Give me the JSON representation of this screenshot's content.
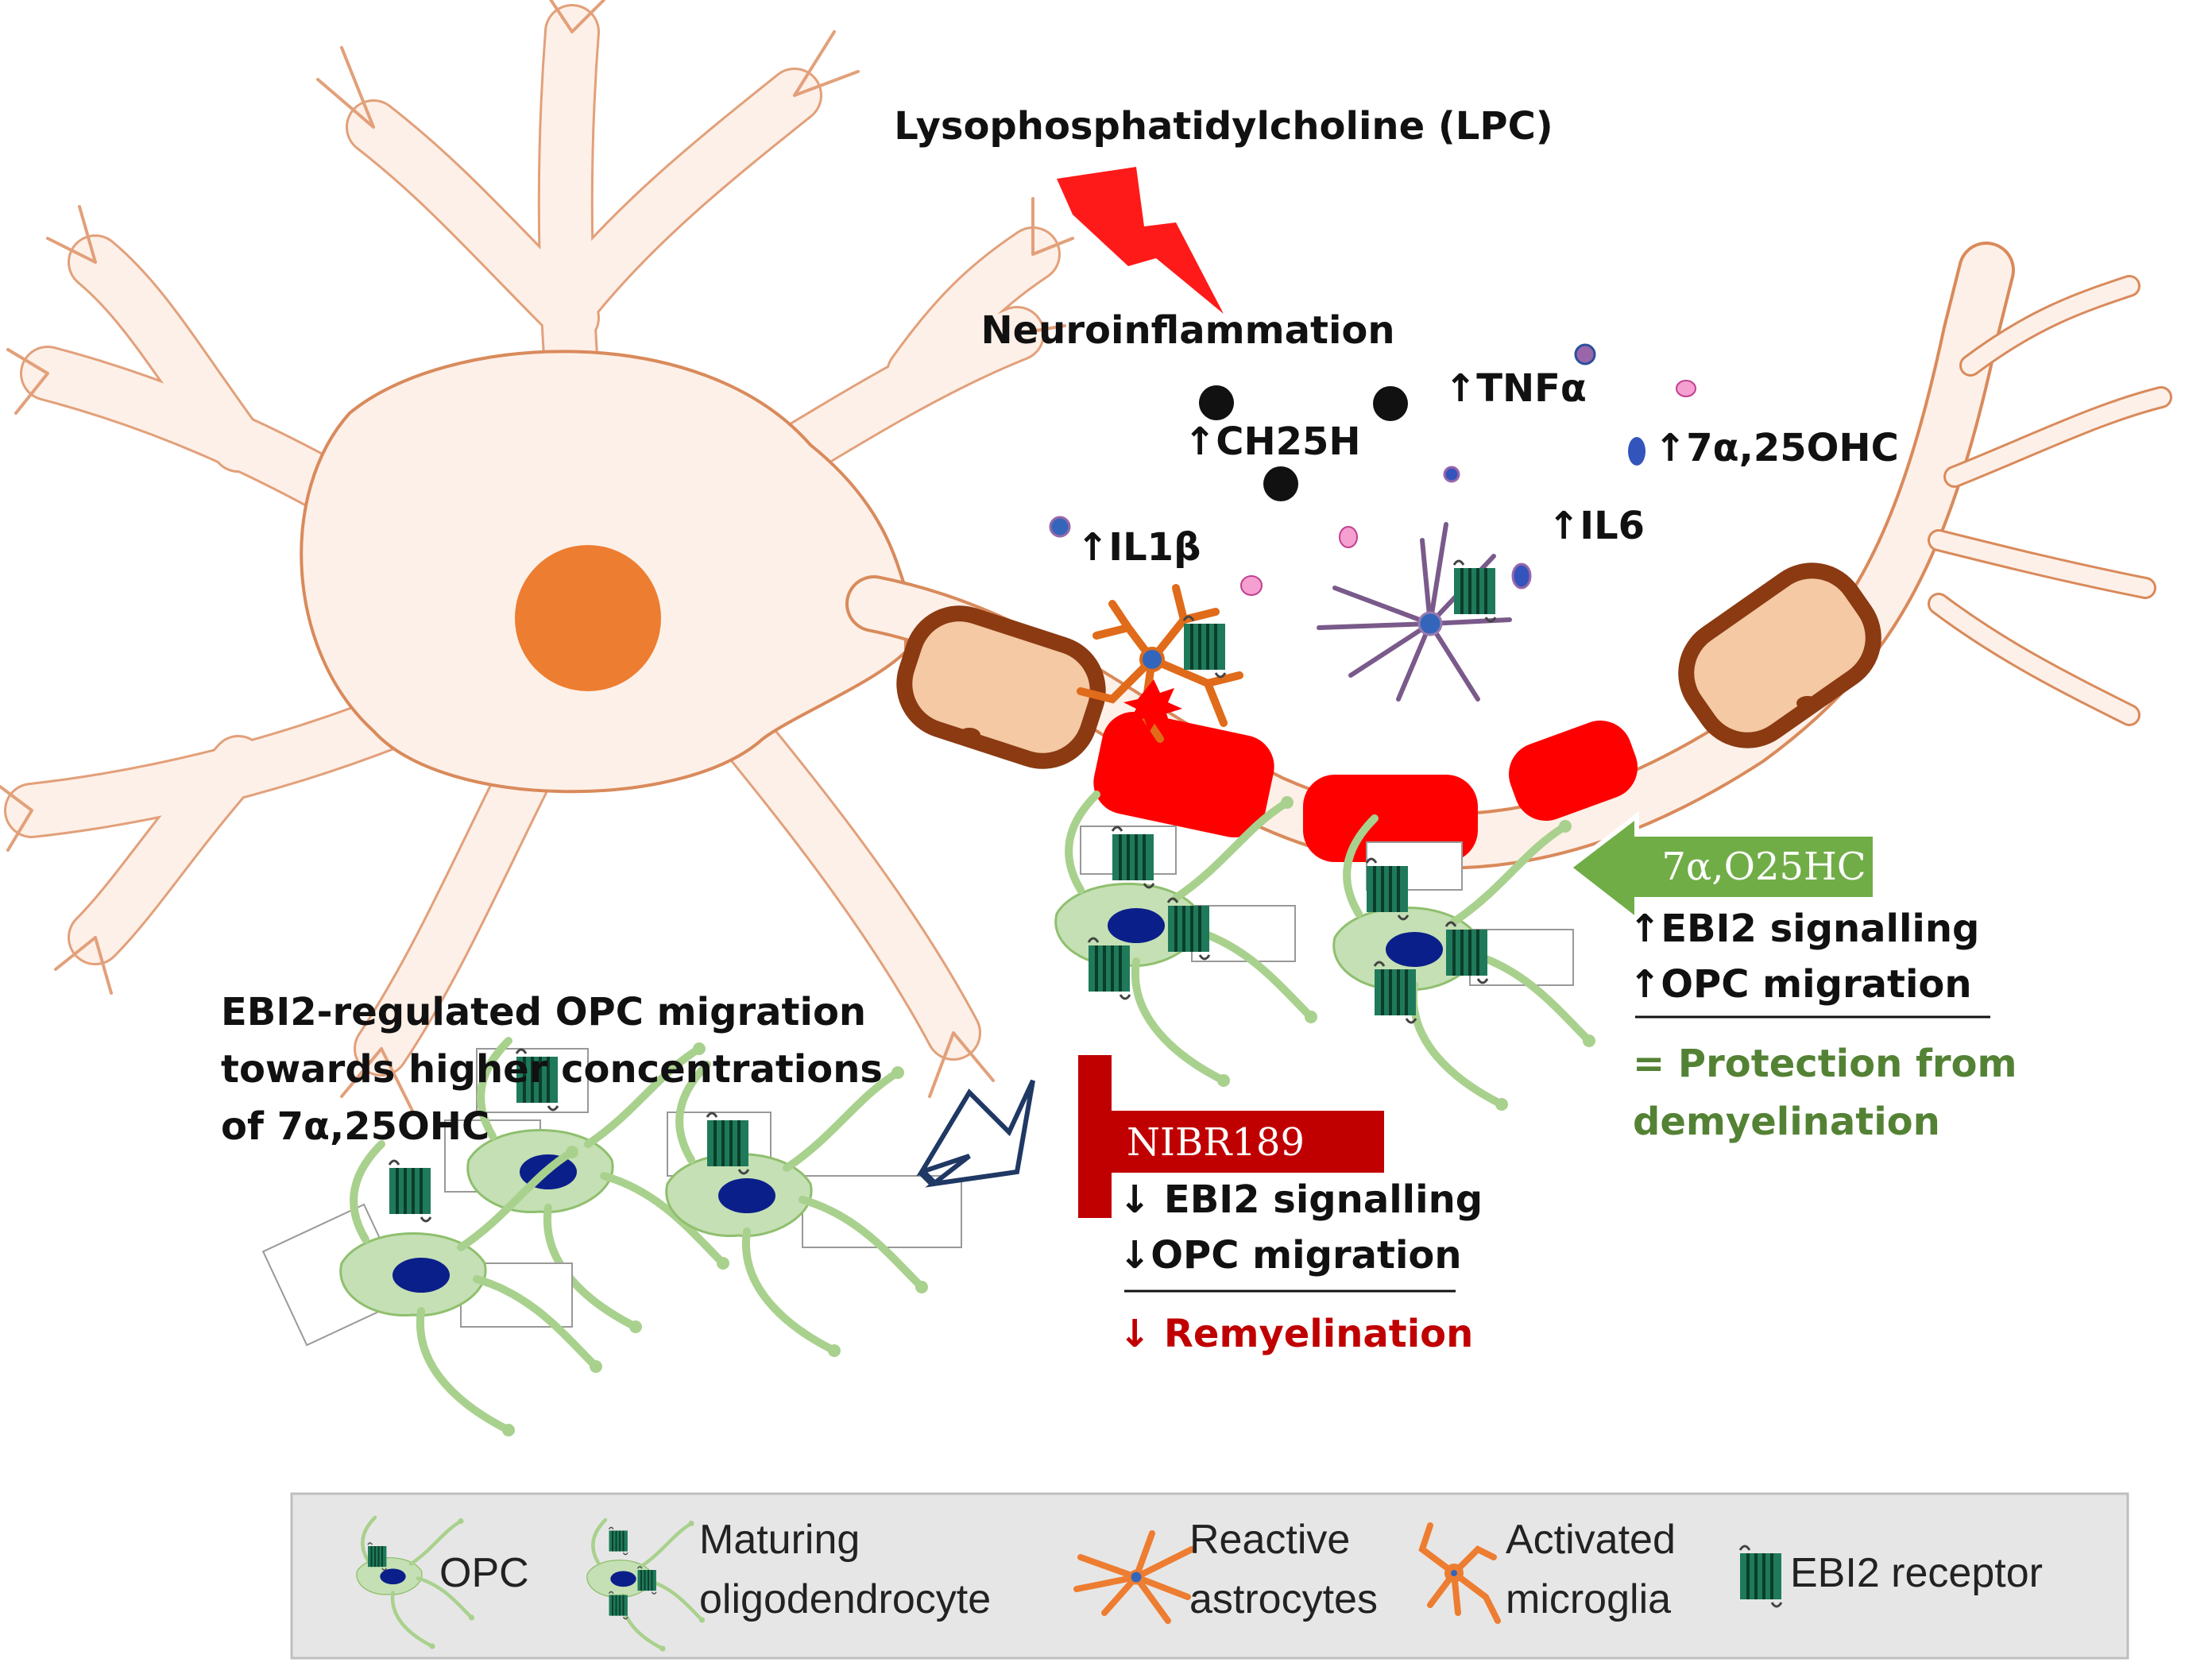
{
  "trigger": "Lysophosphatidylcholine (LPC)",
  "process": "Neuroinflammation",
  "mediators": {
    "ch25h": "↑CH25H",
    "tnfa": "↑TNFα",
    "oxysterol": "↑7α,25OHC",
    "il1b": "↑IL1β",
    "il6": "↑IL6"
  },
  "migration_text": [
    "EBI2-regulated OPC migration",
    "towards higher concentrations",
    "of 7α,25OHC"
  ],
  "agonist_arm": {
    "arrow_label": "7α,O25HC",
    "effects": [
      "↑EBI2 signalling",
      "↑OPC migration"
    ],
    "outcome": [
      "= Protection from",
      "demyelination"
    ]
  },
  "antagonist_arm": {
    "inhibitor_label": "NIBR189",
    "effects": [
      "↓ EBI2 signalling",
      "↓OPC migration"
    ],
    "outcome": "↓ Remyelination"
  },
  "legend": {
    "opc": "OPC",
    "maturing": [
      "Maturing",
      "oligodendrocyte"
    ],
    "astro": [
      "Reactive",
      "astrocytes"
    ],
    "microglia": [
      "Activated",
      "microglia"
    ],
    "receptor": "EBI2 receptor"
  },
  "colors": {
    "neuron_fill": "#fdf0e8",
    "neuron_stroke": "#d98a5b",
    "nucleus": "#ed7d31",
    "myelin_red": "#ff0000",
    "schwann_brown": "#8b3a12",
    "agonist_green": "#70ad47",
    "antagonist_red": "#c00000",
    "receptor_teal": "#1e7a5a",
    "opc_green": "#a9d18e"
  }
}
